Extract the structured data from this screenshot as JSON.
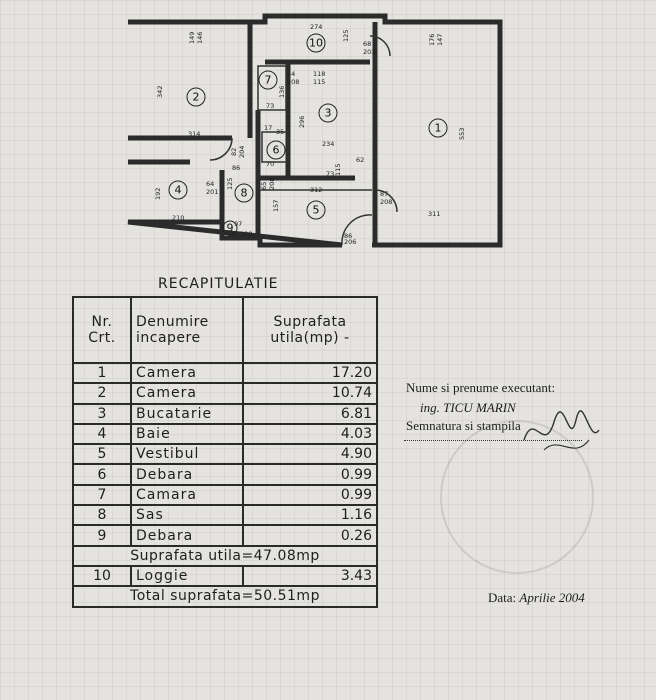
{
  "plan": {
    "rooms": [
      "1",
      "2",
      "3",
      "4",
      "5",
      "6",
      "7",
      "8",
      "9",
      "10"
    ],
    "dims": [
      "274",
      "125",
      "68",
      "203",
      "176",
      "147",
      "149",
      "146",
      "342",
      "314",
      "64",
      "208",
      "118",
      "115",
      "136",
      "73",
      "296",
      "234",
      "17",
      "35",
      "70",
      "62",
      "73",
      "115",
      "82",
      "204",
      "86",
      "64",
      "201",
      "125",
      "65",
      "208",
      "312",
      "87",
      "208",
      "192",
      "210",
      "157",
      "97",
      "128",
      "86",
      "206",
      "311",
      "553"
    ]
  },
  "recap": {
    "title": "RECAPITULATIE",
    "headers": {
      "nr_line1": "Nr.",
      "nr_line2": "Crt.",
      "name_line1": "Denumire",
      "name_line2": "incapere",
      "area_line1": "Suprafata",
      "area_line2": "utila(mp) -"
    },
    "rows": [
      {
        "nr": "1",
        "name": "Camera",
        "area": "17.20"
      },
      {
        "nr": "2",
        "name": "Camera",
        "area": "10.74"
      },
      {
        "nr": "3",
        "name": "Bucatarie",
        "area": "6.81"
      },
      {
        "nr": "4",
        "name": "Baie",
        "area": "4.03"
      },
      {
        "nr": "5",
        "name": "Vestibul",
        "area": "4.90"
      },
      {
        "nr": "6",
        "name": "Debara",
        "area": "0.99"
      },
      {
        "nr": "7",
        "name": "Camara",
        "area": "0.99"
      },
      {
        "nr": "8",
        "name": "Sas",
        "area": "1.16"
      },
      {
        "nr": "9",
        "name": "Debara",
        "area": "0.26"
      }
    ],
    "usable_total": "Suprafata utila=47.08mp",
    "loggia": {
      "nr": "10",
      "name": "Loggie",
      "area": "3.43"
    },
    "grand_total": "Total suprafata=50.51mp"
  },
  "signature": {
    "label": "Nume si prenume executant:",
    "name": "ing. TICU MARIN",
    "stamp_label": "Semnatura si stampila"
  },
  "date": {
    "label": "Data:",
    "value": "Aprilie 2004"
  }
}
